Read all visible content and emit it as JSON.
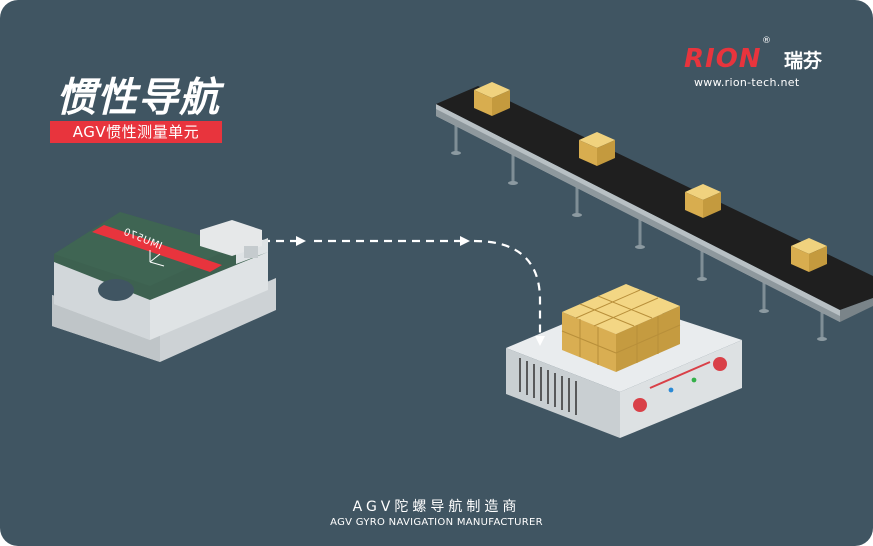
{
  "heading": {
    "title": "惯性导航",
    "subtitle": "AGV惯性测量单元"
  },
  "brand": {
    "logo_text": "RION",
    "logo_cn": "瑞芬",
    "registered": "®",
    "website": "www.rion-tech.net"
  },
  "device": {
    "model": "IMU570"
  },
  "footer": {
    "tagline_cn": "AGV陀螺导航制造商",
    "tagline_en": "AGV GYRO NAVIGATION MANUFACTURER"
  },
  "colors": {
    "background": "#405562",
    "accent_red": "#e8343d",
    "conveyor": "#1e1e1e",
    "box": "#e2be62",
    "device_body": "#dfe3e5",
    "device_top": "#3d6150"
  },
  "icons": [
    "arrow-dashed-icon",
    "conveyor-icon",
    "agv-cart-icon",
    "imu-device-icon"
  ]
}
